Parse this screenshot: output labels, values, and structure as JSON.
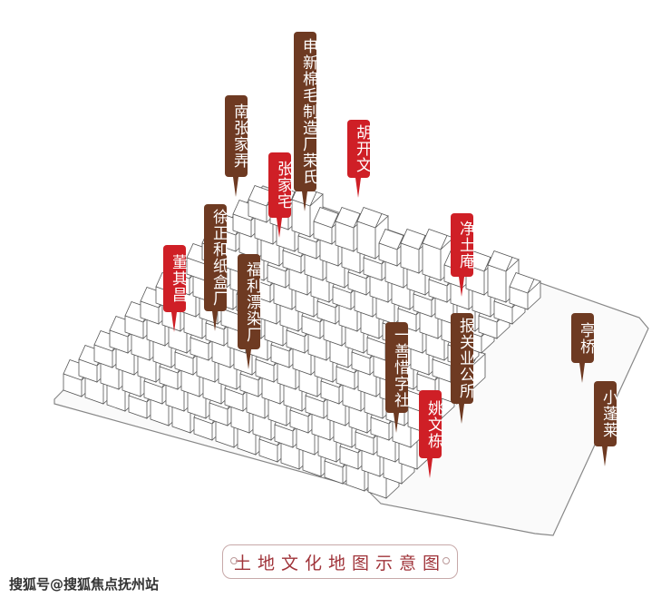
{
  "labels": [
    {
      "text": "申新棉毛制造厂荣氏",
      "color": "brown"
    },
    {
      "text": "南张家弄",
      "color": "brown"
    },
    {
      "text": "胡开文",
      "color": "red"
    },
    {
      "text": "张家宅",
      "color": "red"
    },
    {
      "text": "徐正和纸盒厂",
      "color": "brown"
    },
    {
      "text": "董其昌",
      "color": "red"
    },
    {
      "text": "福利漂染厂",
      "color": "brown"
    },
    {
      "text": "净土庵",
      "color": "red"
    },
    {
      "text": "一善惜字社",
      "color": "brown"
    },
    {
      "text": "报关业公所",
      "color": "brown"
    },
    {
      "text": "姚文栋",
      "color": "red"
    },
    {
      "text": "亭桥",
      "color": "brown"
    },
    {
      "text": "小蓬莱",
      "color": "brown"
    }
  ],
  "caption": "土地文化地图示意图",
  "watermark": "搜狐号@搜狐焦点抚州站",
  "colors": {
    "brown": "#6e3a22",
    "red": "#cf1f26",
    "line": "#555555"
  }
}
